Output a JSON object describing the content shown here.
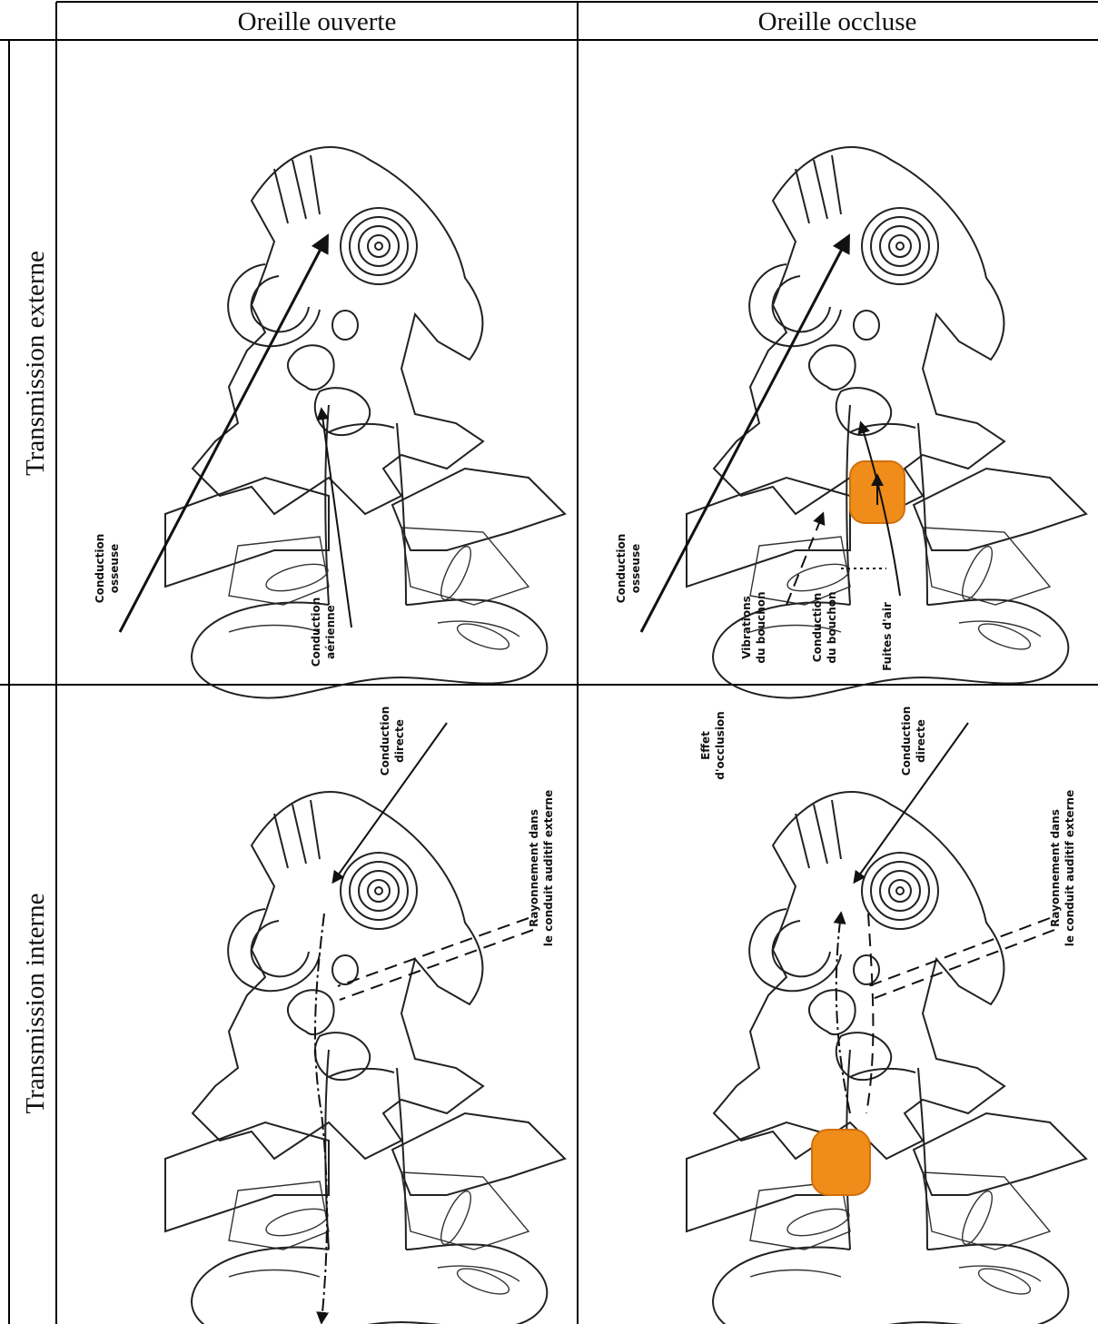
{
  "header": {
    "col_open": "Oreille ouverte",
    "col_occluded": "Oreille occluse"
  },
  "rows": {
    "external": "Transmission externe",
    "internal": "Transmission interne"
  },
  "labels": {
    "bone_conduction_1": "Conduction",
    "bone_conduction_2": "osseuse",
    "air_conduction_1": "Conduction",
    "air_conduction_2": "aérienne",
    "plug_vibration_1": "Vibrations",
    "plug_vibration_2": "du bouchon",
    "plug_conduction_1": "Conduction",
    "plug_conduction_2": "du bouchon",
    "air_leak": "Fuites d'air",
    "direct_conduction_1": "Conduction",
    "direct_conduction_2": "directe",
    "radiation_1": "Rayonnement dans",
    "radiation_2": "le conduit auditif externe",
    "occlusion_effect_1": "Effet",
    "occlusion_effect_2": "d'occlusion"
  },
  "colors": {
    "earplug": "#f08c1a",
    "hatch": "#555555"
  }
}
